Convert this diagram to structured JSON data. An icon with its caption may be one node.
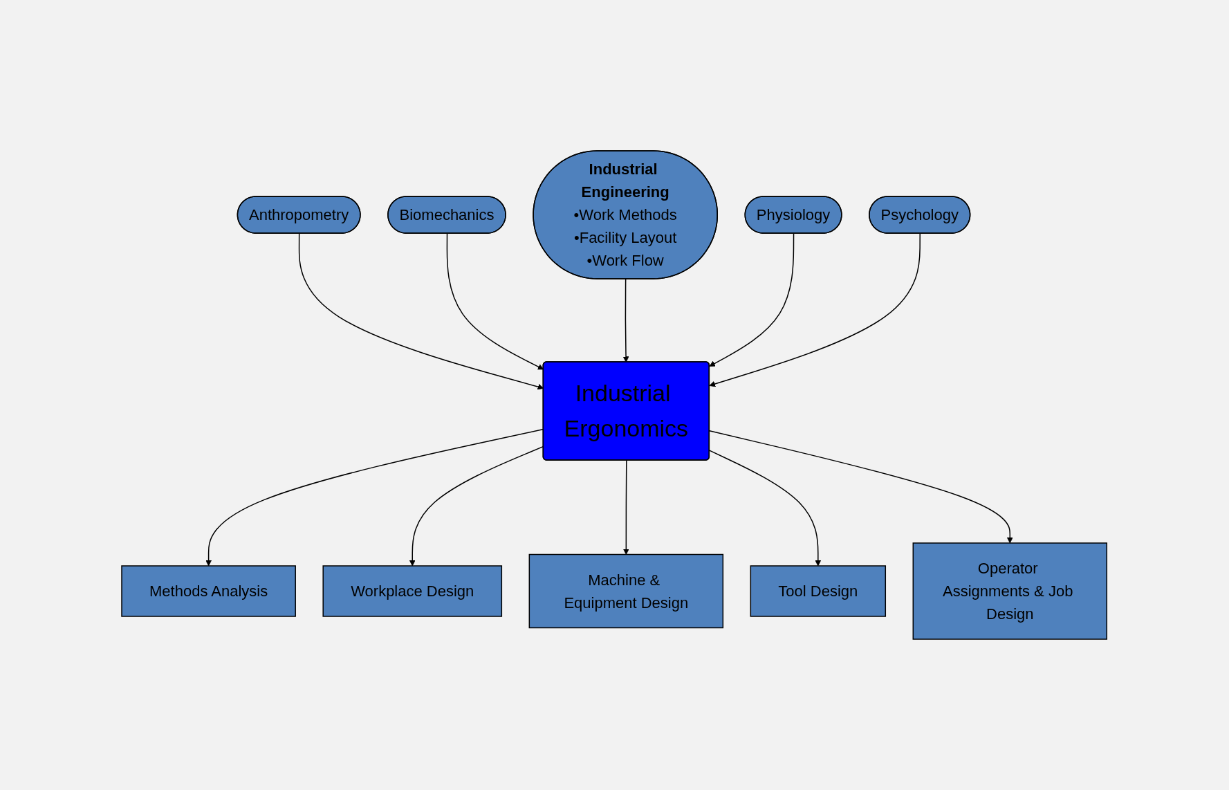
{
  "diagram": {
    "nodes": [
      {
        "text": [
          "Anthropometry"
        ]
      },
      {
        "text": [
          "Biomechanics"
        ]
      },
      {
        "text": [
          "Industrial Engineering",
          "•Work Methods",
          "•Facility Layout",
          "•Work Flow"
        ]
      },
      {
        "text": [
          "Physiology"
        ]
      },
      {
        "text": [
          "Psychology"
        ]
      },
      {
        "text": [
          "Industrial Ergonomics"
        ]
      },
      {
        "text": [
          "Methods Analysis"
        ]
      },
      {
        "text": [
          "Workplace Design"
        ]
      },
      {
        "text": [
          "Machine & Equipment Design"
        ]
      },
      {
        "text": [
          "Tool Design"
        ]
      },
      {
        "text": [
          "Operator Assignments & Job Design"
        ]
      }
    ],
    "edges": [
      {
        "from": 0,
        "to": 5,
        "arrow": "to"
      },
      {
        "from": 1,
        "to": 5,
        "arrow": "to"
      },
      {
        "from": 2,
        "to": 5,
        "arrow": "to"
      },
      {
        "from": 3,
        "to": 5,
        "arrow": "to"
      },
      {
        "from": 4,
        "to": 5,
        "arrow": "to"
      },
      {
        "from": 5,
        "to": 6,
        "arrow": "to"
      },
      {
        "from": 5,
        "to": 7,
        "arrow": "to"
      },
      {
        "from": 5,
        "to": 8,
        "arrow": "to"
      },
      {
        "from": 5,
        "to": 9,
        "arrow": "to"
      },
      {
        "from": 5,
        "to": 10,
        "arrow": "to"
      }
    ]
  }
}
